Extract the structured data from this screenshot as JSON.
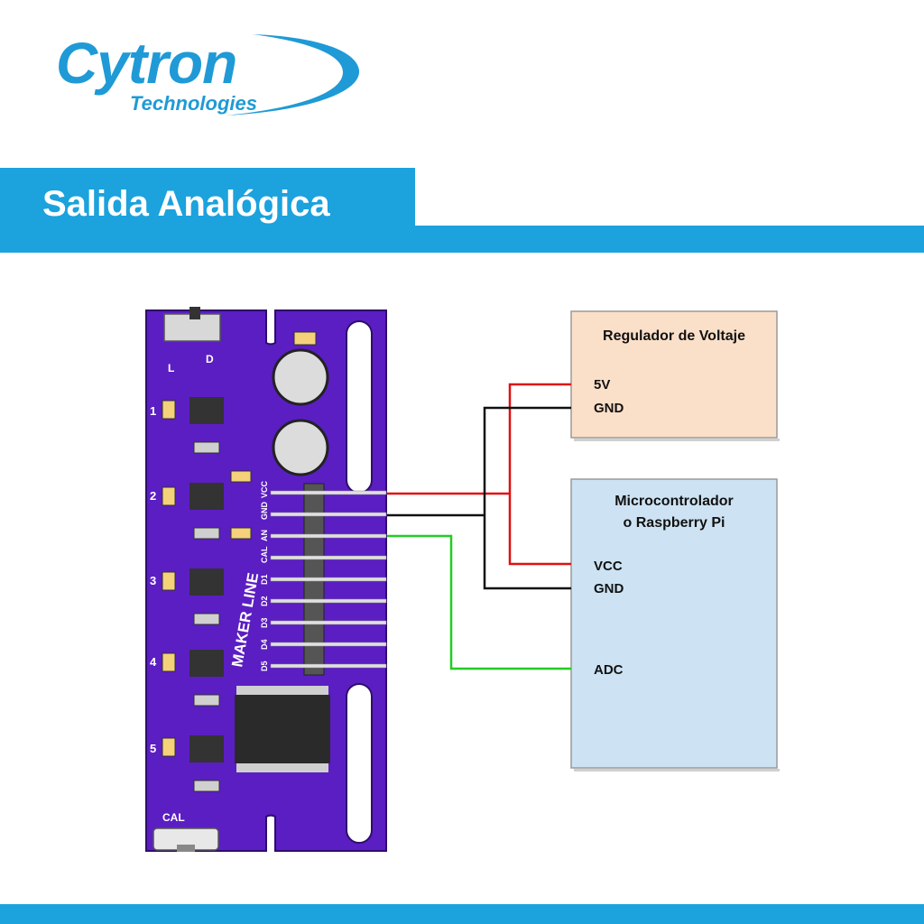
{
  "brand": {
    "name": "Cytron",
    "tagline": "Technologies",
    "color": "#1f9ad6"
  },
  "header": {
    "title": "Salida Analógica",
    "band_color": "#1ca2dd"
  },
  "board": {
    "name": "MAKER LINE",
    "pin_labels": [
      "VCC",
      "GND",
      "AN",
      "CAL",
      "D1",
      "D2",
      "D3",
      "D4",
      "D5"
    ],
    "switch_labels": [
      "L",
      "D"
    ],
    "sensor_numbers": [
      "1",
      "2",
      "3",
      "4",
      "5"
    ],
    "button_label": "CAL",
    "pcb_color": "#5b1ec2"
  },
  "regulator": {
    "title": "Regulador de Voltaje",
    "pins": [
      "5V",
      "GND"
    ],
    "fill": "#fbe0c9"
  },
  "controller": {
    "title_line1": "Microcontrolador",
    "title_line2": "o Raspberry Pi",
    "pins": [
      "VCC",
      "GND",
      "ADC"
    ],
    "fill": "#cde3f3"
  },
  "wires": {
    "power": "#e01010",
    "ground": "#111111",
    "signal": "#22cc22"
  }
}
